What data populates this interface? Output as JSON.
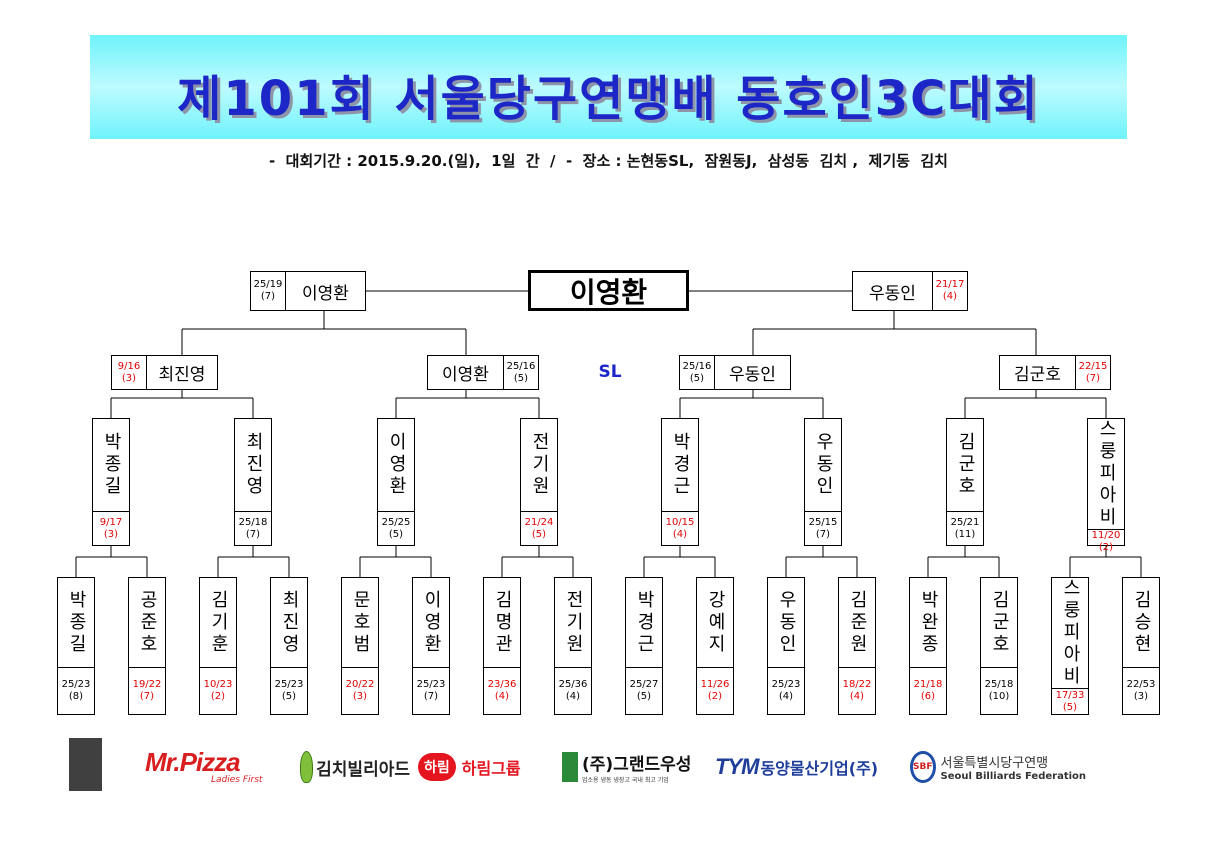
{
  "header": {
    "title": "제101회 서울당구연맹배 동호인3C대회",
    "subtitle": "-  대회기간 : 2015.9.20.(일),  1일  간  /  -  장소 : 논현동SL,  잠원동J,  삼성동  김치 ,  제기동  김치"
  },
  "bracket": {
    "champion": "이영환",
    "venue": "SL",
    "final_left": {
      "name": "이영환",
      "score": "25/19",
      "innings": "(7)",
      "loss": false
    },
    "final_right": {
      "name": "우동인",
      "score": "21/17",
      "innings": "(4)",
      "loss": true
    },
    "semis": [
      {
        "name": "최진영",
        "score": "9/16",
        "innings": "(3)",
        "loss": true
      },
      {
        "name": "이영환",
        "score": "25/16",
        "innings": "(5)",
        "loss": false
      },
      {
        "name": "우동인",
        "score": "25/16",
        "innings": "(5)",
        "loss": false
      },
      {
        "name": "김군호",
        "score": "22/15",
        "innings": "(7)",
        "loss": true
      }
    ],
    "quarters": [
      {
        "name": "박종길",
        "score": "9/17",
        "innings": "(3)",
        "loss": true
      },
      {
        "name": "최진영",
        "score": "25/18",
        "innings": "(7)",
        "loss": false
      },
      {
        "name": "이영환",
        "score": "25/25",
        "innings": "(5)",
        "loss": false
      },
      {
        "name": "전기원",
        "score": "21/24",
        "innings": "(5)",
        "loss": true
      },
      {
        "name": "박경근",
        "score": "10/15",
        "innings": "(4)",
        "loss": true
      },
      {
        "name": "우동인",
        "score": "25/15",
        "innings": "(7)",
        "loss": false
      },
      {
        "name": "김군호",
        "score": "25/21",
        "innings": "(11)",
        "loss": false
      },
      {
        "name": "스룽피아비",
        "score": "11/20",
        "innings": "(2)",
        "loss": true
      }
    ],
    "round16": [
      {
        "name": "박종길",
        "score": "25/23",
        "innings": "(8)",
        "loss": false
      },
      {
        "name": "공준호",
        "score": "19/22",
        "innings": "(7)",
        "loss": true
      },
      {
        "name": "김기훈",
        "score": "10/23",
        "innings": "(2)",
        "loss": true
      },
      {
        "name": "최진영",
        "score": "25/23",
        "innings": "(5)",
        "loss": false
      },
      {
        "name": "문호범",
        "score": "20/22",
        "innings": "(3)",
        "loss": true
      },
      {
        "name": "이영환",
        "score": "25/23",
        "innings": "(7)",
        "loss": false
      },
      {
        "name": "김명관",
        "score": "23/36",
        "innings": "(4)",
        "loss": true
      },
      {
        "name": "전기원",
        "score": "25/36",
        "innings": "(4)",
        "loss": false
      },
      {
        "name": "박경근",
        "score": "25/27",
        "innings": "(5)",
        "loss": false
      },
      {
        "name": "강예지",
        "score": "11/26",
        "innings": "(2)",
        "loss": true
      },
      {
        "name": "우동인",
        "score": "25/23",
        "innings": "(4)",
        "loss": false
      },
      {
        "name": "김준원",
        "score": "18/22",
        "innings": "(4)",
        "loss": true
      },
      {
        "name": "박완종",
        "score": "21/18",
        "innings": "(6)",
        "loss": true
      },
      {
        "name": "김군호",
        "score": "25/18",
        "innings": "(10)",
        "loss": false
      },
      {
        "name": "스룽피아비",
        "score": "17/33",
        "innings": "(5)",
        "loss": true
      },
      {
        "name": "김승현",
        "score": "22/53",
        "innings": "(3)",
        "loss": false
      }
    ]
  },
  "sponsors": {
    "mrpizza": "Mr.Pizza",
    "mrpizza_tag": "Ladies First",
    "kimchi": "김치빌리아드",
    "harim_badge": "하림",
    "harim": "하림그룹",
    "grand": "(주)그랜드우성",
    "grand_sub": "업소용 냉동 냉장고 국내 최고 기업",
    "tym_logo": "TYM",
    "tym": "동양물산기업(주)",
    "sbf_badge": "SBF",
    "sbf_ko": "서울특별시당구연맹",
    "sbf_en": "Seoul Billiards Federation"
  },
  "colors": {
    "title": "#1d27c8",
    "banner": "#6ff3fb",
    "loss_score": "#e00000"
  }
}
